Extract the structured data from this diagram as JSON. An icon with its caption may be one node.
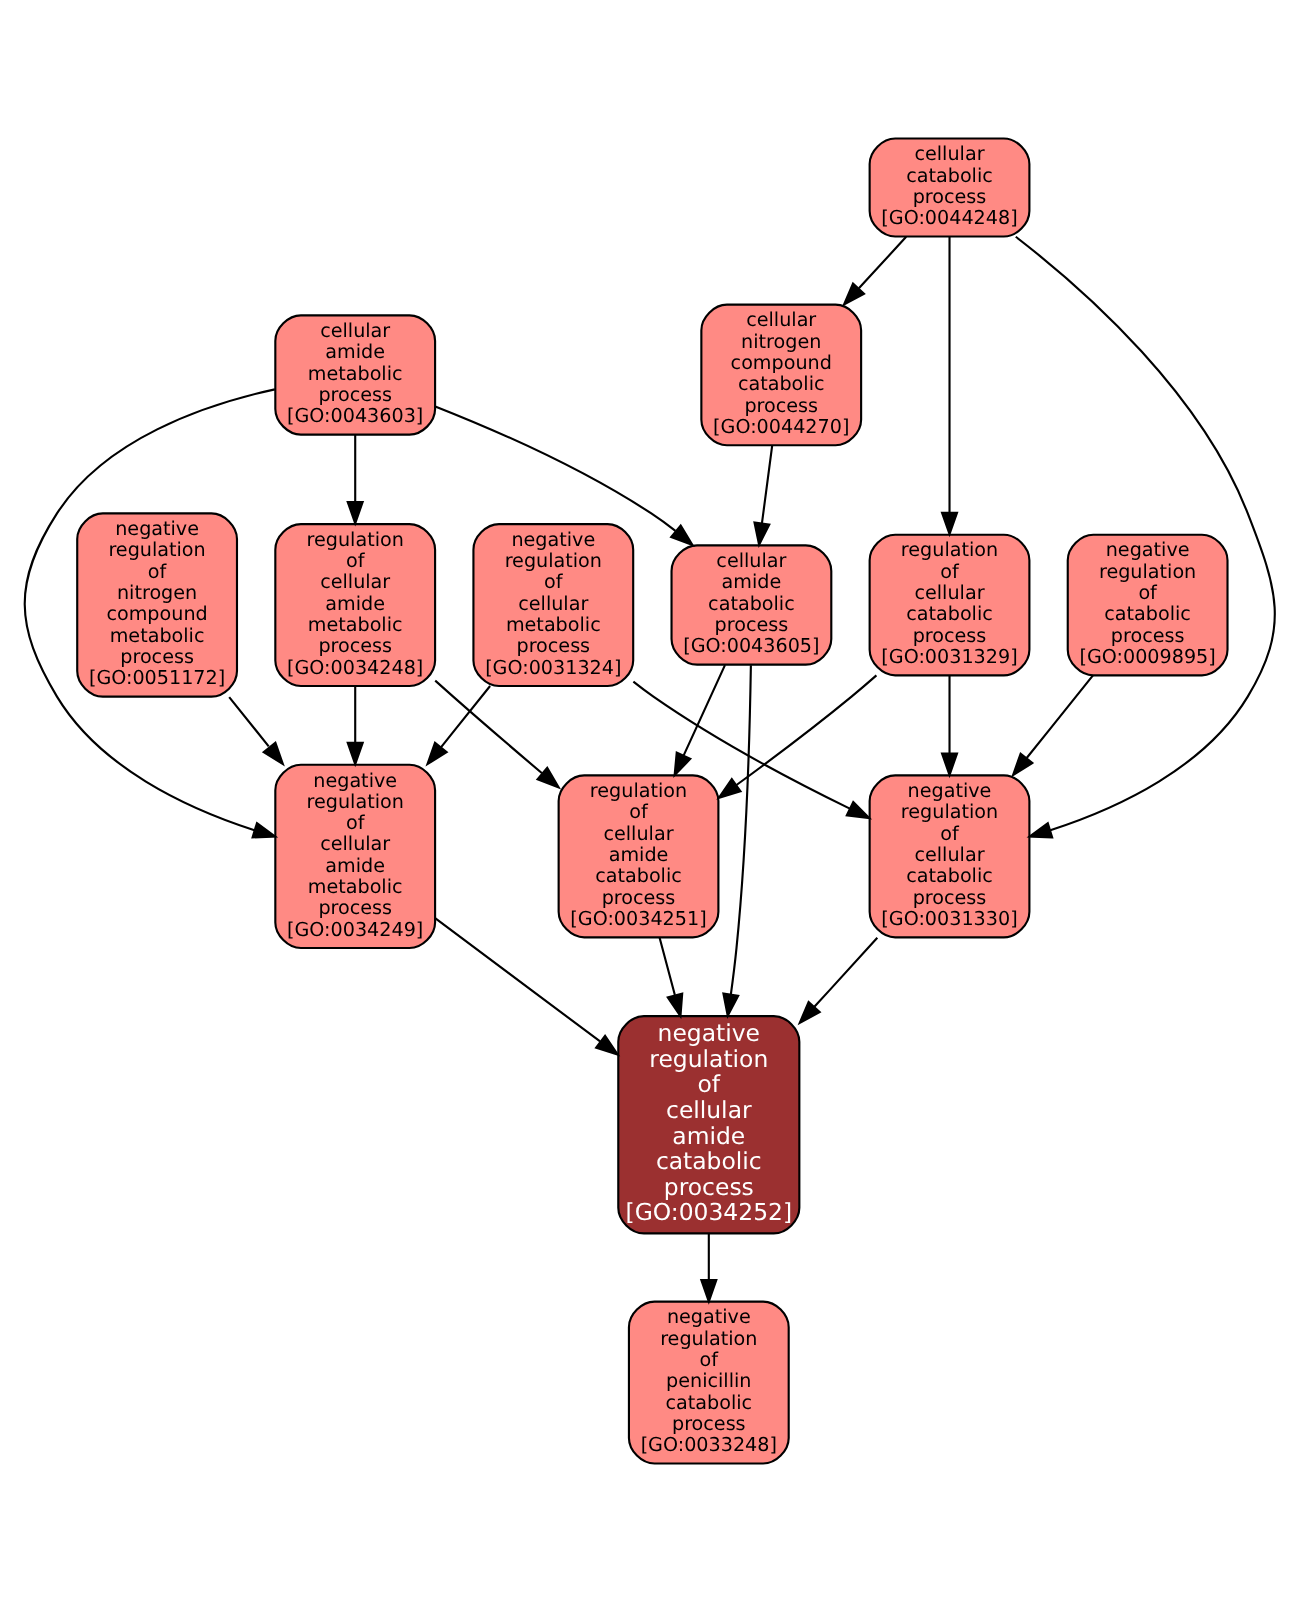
{
  "diagram": {
    "nodes": [
      {
        "text": [
          "cellular amide metabolic process [GO:0043603]"
        ]
      },
      {
        "text": [
          "cellular catabolic process [GO:0044248]"
        ]
      },
      {
        "text": [
          "regulation of cellular amide metabolic process [GO:0034248]"
        ]
      },
      {
        "text": [
          "negative regulation of nitrogen compound metabolic process [GO:0051172]"
        ]
      },
      {
        "text": [
          "negative regulation of cellular metabolic process [GO:0031324]"
        ]
      },
      {
        "text": [
          "cellular nitrogen compound catabolic process [GO:0044270]"
        ]
      },
      {
        "text": [
          "negative regulation of catabolic process [GO:0009895]"
        ]
      },
      {
        "text": [
          "regulation of cellular catabolic process [GO:0031329]"
        ]
      },
      {
        "text": [
          "negative regulation of cellular amide metabolic process [GO:0034249]"
        ]
      },
      {
        "text": [
          "cellular amide catabolic process [GO:0043605]"
        ]
      },
      {
        "text": [
          "negative regulation of cellular catabolic process [GO:0031330]"
        ]
      },
      {
        "text": [
          "regulation of cellular amide catabolic process [GO:0034251]"
        ]
      },
      {
        "text": [
          "negative regulation of cellular amide catabolic process [GO:0034252]"
        ]
      },
      {
        "text": [
          "negative regulation of penicillin catabolic process [GO:0033248]"
        ]
      }
    ],
    "edges": [
      {
        "from": 0,
        "to": 2,
        "arrow": "to"
      },
      {
        "from": 0,
        "to": 8,
        "arrow": "to"
      },
      {
        "from": 0,
        "to": 9,
        "arrow": "to"
      },
      {
        "from": 1,
        "to": 5,
        "arrow": "to"
      },
      {
        "from": 1,
        "to": 10,
        "arrow": "to"
      },
      {
        "from": 1,
        "to": 7,
        "arrow": "to"
      },
      {
        "from": 2,
        "to": 8,
        "arrow": "to"
      },
      {
        "from": 2,
        "to": 11,
        "arrow": "to"
      },
      {
        "from": 3,
        "to": 8,
        "arrow": "to"
      },
      {
        "from": 4,
        "to": 8,
        "arrow": "to"
      },
      {
        "from": 4,
        "to": 10,
        "arrow": "to"
      },
      {
        "from": 5,
        "to": 9,
        "arrow": "to"
      },
      {
        "from": 6,
        "to": 10,
        "arrow": "to"
      },
      {
        "from": 7,
        "to": 10,
        "arrow": "to"
      },
      {
        "from": 7,
        "to": 11,
        "arrow": "to"
      },
      {
        "from": 8,
        "to": 12,
        "arrow": "to"
      },
      {
        "from": 9,
        "to": 11,
        "arrow": "to"
      },
      {
        "from": 9,
        "to": 12,
        "arrow": "to"
      },
      {
        "from": 10,
        "to": 12,
        "arrow": "to"
      },
      {
        "from": 11,
        "to": 12,
        "arrow": "to"
      },
      {
        "from": 12,
        "to": 13,
        "arrow": "to"
      }
    ]
  }
}
